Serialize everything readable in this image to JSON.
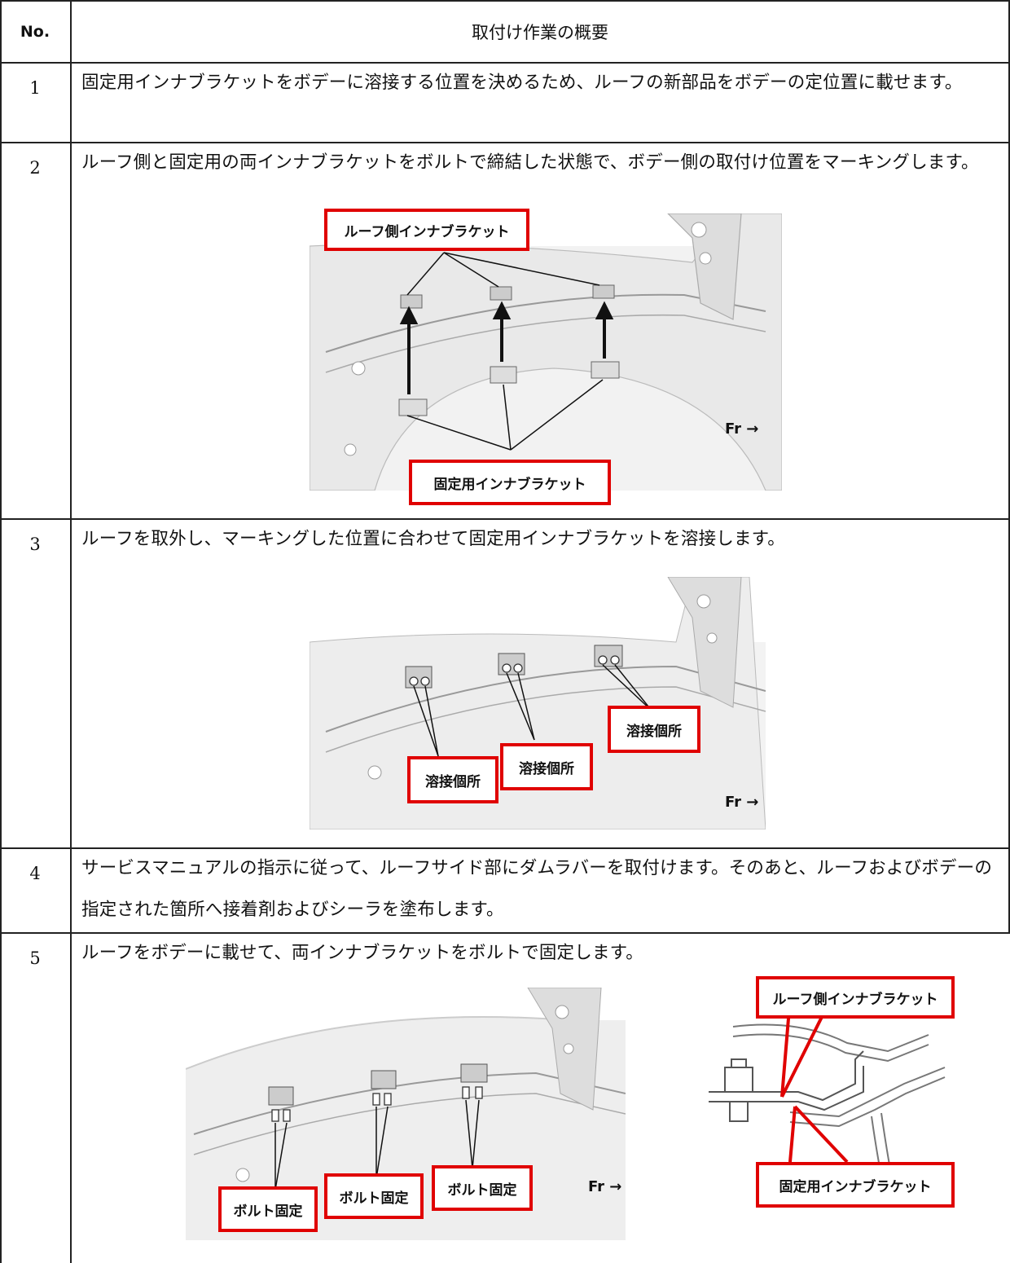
{
  "header": {
    "no": "No.",
    "title": "取付け作業の概要"
  },
  "steps": [
    {
      "no": "1",
      "text": "固定用インナブラケットをボデーに溶接する位置を決めるため、ルーフの新部品をボデーの定位置に載せます。"
    },
    {
      "no": "2",
      "text": "ルーフ側と固定用の両インナブラケットをボルトで締結した状態で、ボデー側の取付け位置をマーキングします。"
    },
    {
      "no": "3",
      "text": "ルーフを取外し、マーキングした位置に合わせて固定用インナブラケットを溶接します。"
    },
    {
      "no": "4",
      "text": "サービスマニュアルの指示に従って、ルーフサイド部にダムラバーを取付けます。そのあと、ルーフおよびボデーの指定された箇所へ接着剤およびシーラを塗布します。"
    },
    {
      "no": "5",
      "text": "ルーフをボデーに載せて、両インナブラケットをボルトで固定します。"
    }
  ],
  "fig2": {
    "roof_bracket": "ルーフ側インナブラケット",
    "fixed_bracket": "固定用インナブラケット",
    "fr": "Fr →"
  },
  "fig3": {
    "weld1": "溶接個所",
    "weld2": "溶接個所",
    "weld3": "溶接個所",
    "fr": "Fr →"
  },
  "fig5": {
    "bolt1": "ボルト固定",
    "bolt2": "ボルト固定",
    "bolt3": "ボルト固定",
    "fr": "Fr →",
    "roof_bracket": "ルーフ側インナブラケット",
    "fixed_bracket": "固定用インナブラケット"
  },
  "colors": {
    "callout_border": "#e00000",
    "rule": "#222222"
  }
}
